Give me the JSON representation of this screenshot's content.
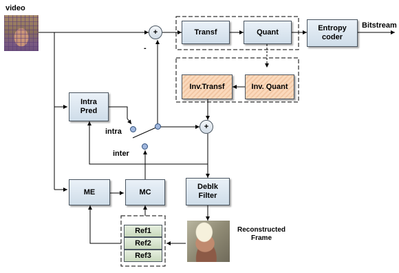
{
  "input_label": "video",
  "output_label": "Bitstream",
  "recon_label": "Reconstructed\nFrame",
  "blocks": {
    "transf": "Transf",
    "quant": "Quant",
    "entropy": "Entropy\ncoder",
    "inv_transf": "Inv.Transf",
    "inv_quant": "Inv. Quant",
    "intra_pred": "Intra\nPred",
    "me": "ME",
    "mc": "MC",
    "deblk": "Deblk\nFilter"
  },
  "refs": [
    "Ref1",
    "Ref2",
    "Ref3"
  ],
  "adders": {
    "top": "+",
    "mid": "+"
  },
  "minus_sign": "-",
  "switch": {
    "intra": "intra",
    "inter": "inter"
  },
  "colors": {
    "block_top": "#eaf1f8",
    "block_bottom": "#cfdde9",
    "hatch": "#fbd9bc",
    "ref": "#d8e4cf",
    "line": "#000000",
    "node": "#9fb6dd"
  }
}
